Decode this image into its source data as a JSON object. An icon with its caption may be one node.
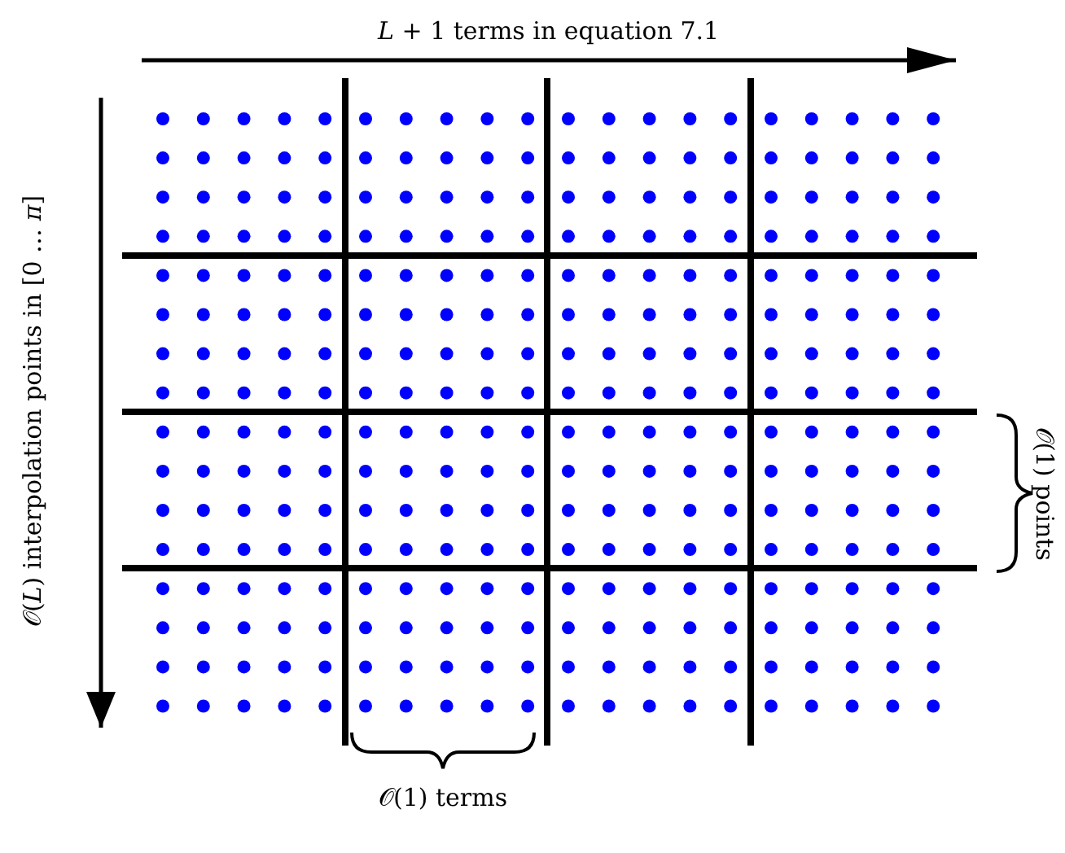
{
  "diagram": {
    "labels": [
      "*L* + 1 terms in equation 7.1",
      "𝒪(*L*) interpolation points in [0 … *π*]",
      "𝒪(1) points",
      "𝒪(1) terms"
    ]
  }
}
